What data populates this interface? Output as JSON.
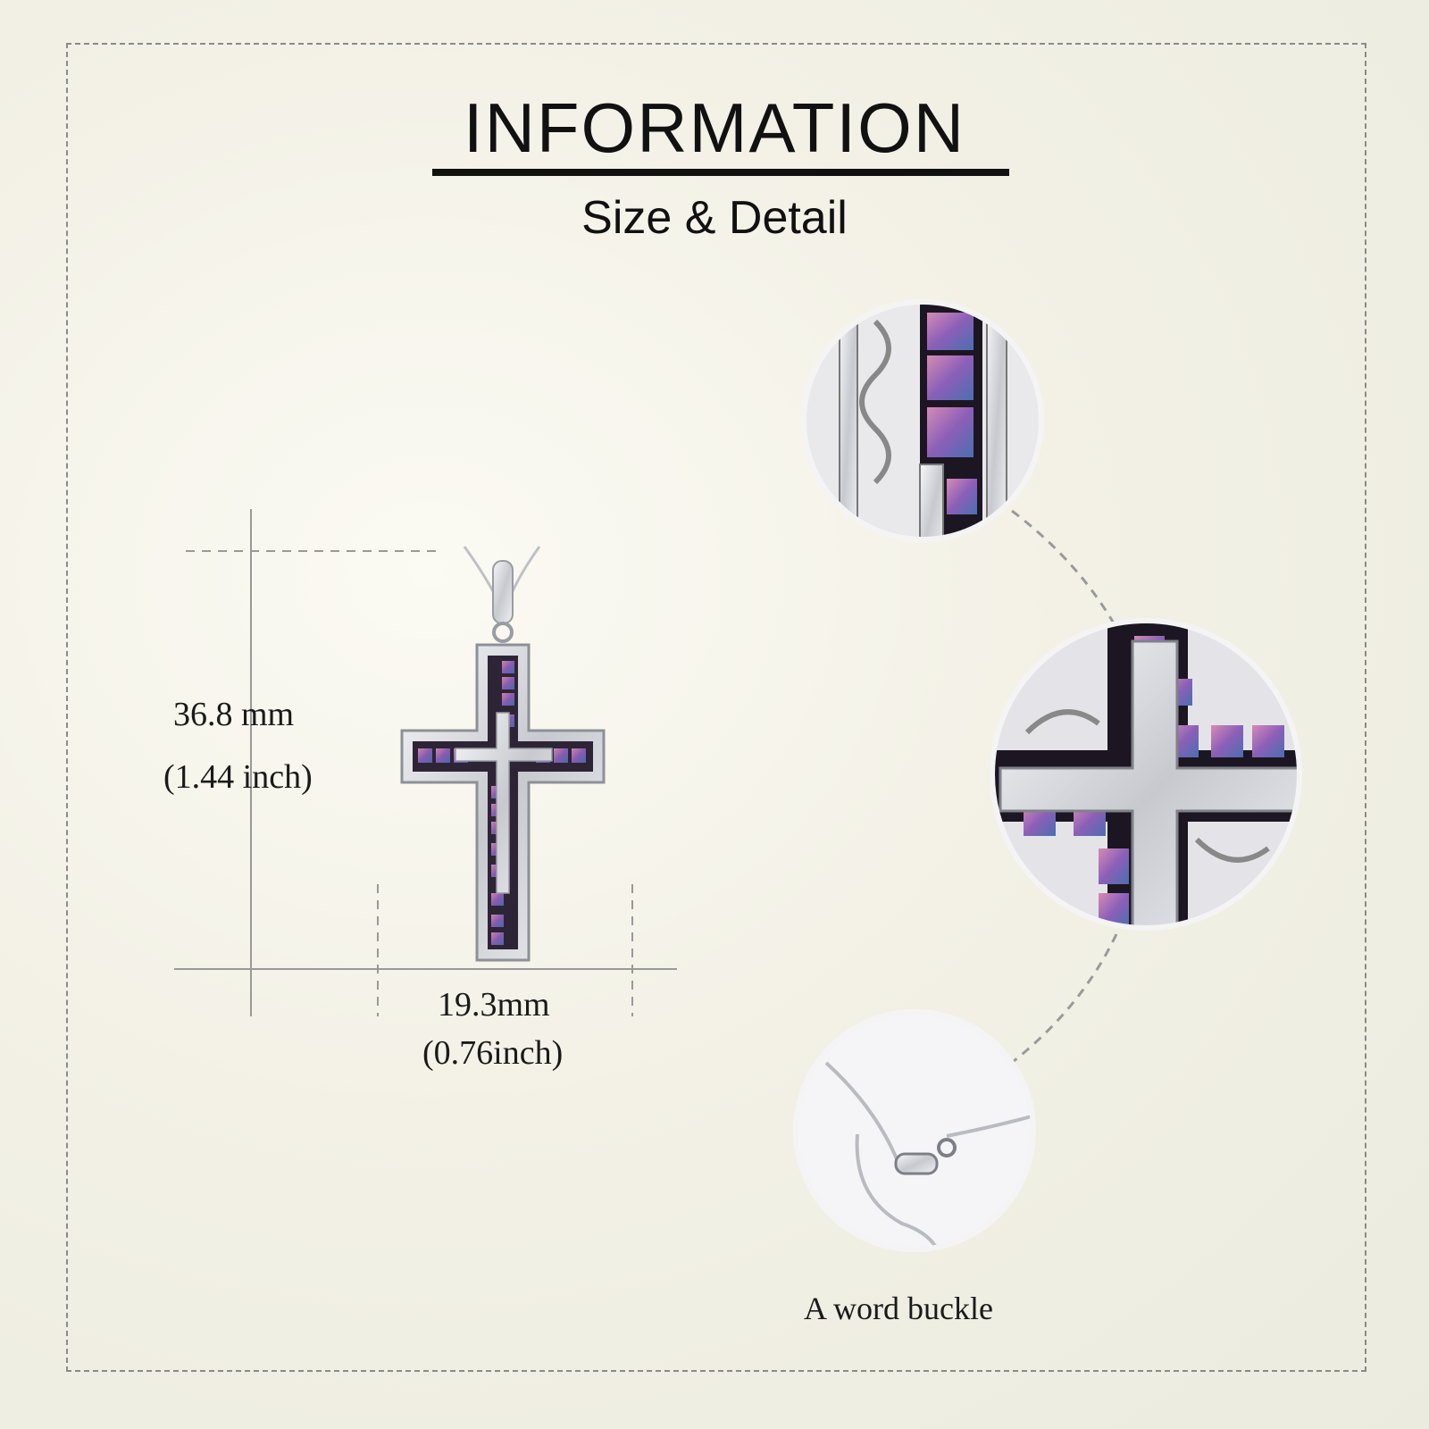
{
  "header": {
    "title": "INFORMATION",
    "subtitle": "Size & Detail"
  },
  "dimensions": {
    "height_mm": "36.8 mm",
    "height_inch": "(1.44 inch)",
    "width_mm": "19.3mm",
    "width_inch": "(0.76inch)"
  },
  "detail_circles": {
    "caption": "A word buckle",
    "items": [
      "cross-detail-top",
      "cross-detail-center",
      "chain-clasp"
    ]
  },
  "colors": {
    "frame": "#8a8a8a",
    "text": "#111111",
    "silver": "#d9dbe0",
    "shell_purple": "#8b5fb8",
    "shell_pink": "#d68ab5",
    "shell_blue": "#4a6fb0"
  }
}
